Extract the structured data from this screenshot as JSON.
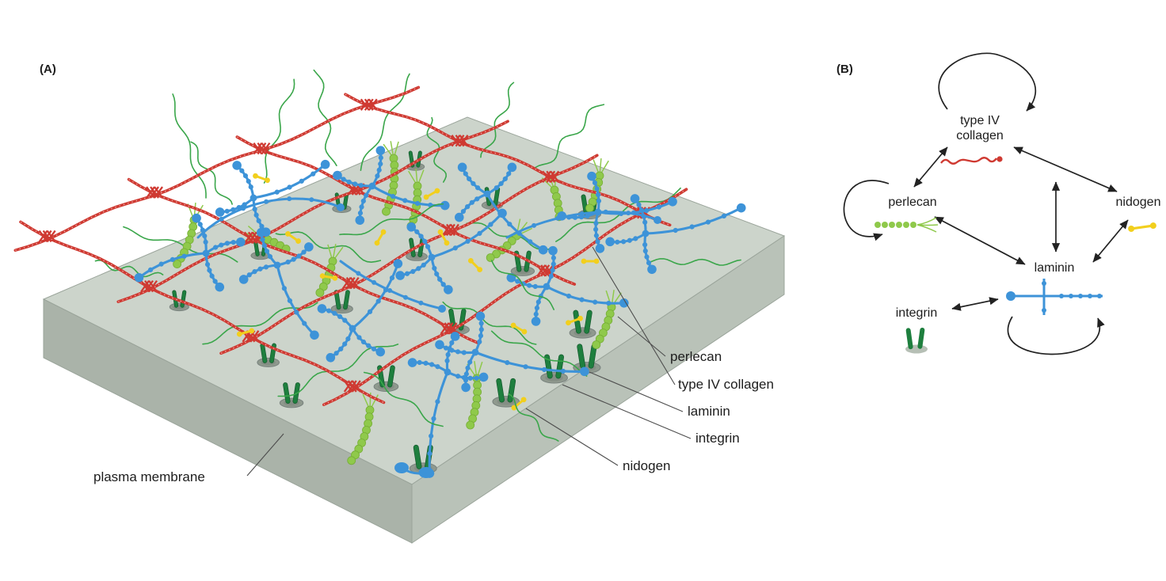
{
  "panel_a": {
    "label": "(A)",
    "annotations": {
      "perlecan": "perlecan",
      "type_iv_collagen": "type IV collagen",
      "laminin": "laminin",
      "integrin": "integrin",
      "nidogen": "nidogen",
      "plasma_membrane": "plasma membrane"
    }
  },
  "panel_b": {
    "label": "(B)",
    "nodes": {
      "type_iv_collagen_line1": "type IV",
      "type_iv_collagen_line2": "collagen",
      "perlecan": "perlecan",
      "nidogen": "nidogen",
      "laminin": "laminin",
      "integrin": "integrin"
    }
  },
  "colors": {
    "type_iv_collagen": "#cf3a32",
    "laminin": "#3d93d8",
    "perlecan": "#8fc94b",
    "nidogen": "#f2cf1d",
    "integrin": "#1e7f3e",
    "membrane_top": "#ccd4cb",
    "membrane_side": "#aab3a9",
    "green_fibril": "#3aa64a"
  }
}
